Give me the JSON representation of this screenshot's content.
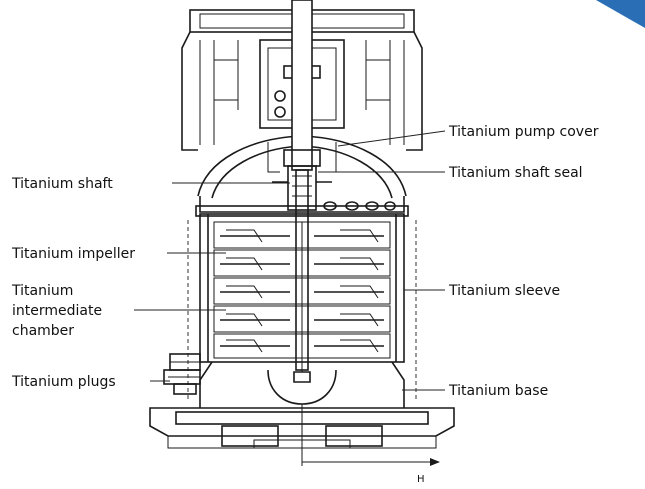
{
  "diagram": {
    "labels": {
      "pump_cover": "Titanium pump cover",
      "shaft_seal": "Titanium shaft seal",
      "shaft": "Titanium shaft",
      "impeller": "Titanium impeller",
      "sleeve": "Titanium sleeve",
      "intermediate_chamber_l1": "Titanium",
      "intermediate_chamber_l2": "intermediate",
      "intermediate_chamber_l3": "chamber",
      "plugs": "Titanium plugs",
      "base": "Titanium base",
      "dimension_h": "H"
    },
    "colors": {
      "line": "#1a1a1a",
      "corner_accent": "#2a6fb5"
    }
  }
}
